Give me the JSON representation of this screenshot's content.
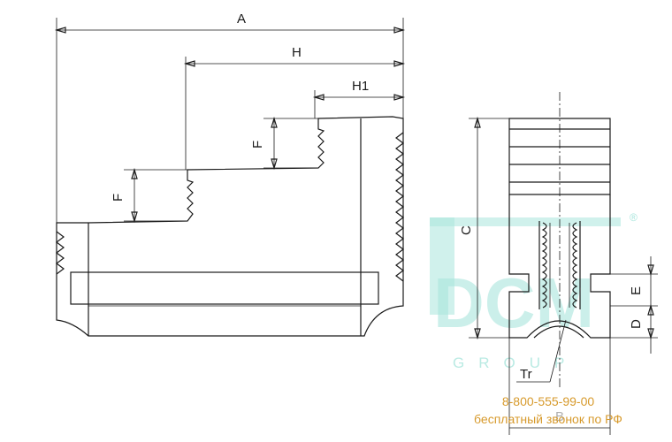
{
  "labels": {
    "A": "A",
    "H": "H",
    "H1": "H1",
    "F_upper": "F",
    "F_lower": "F",
    "C": "C",
    "E": "E",
    "D": "D",
    "Tr": "Tr",
    "B": "B"
  },
  "watermark": {
    "logo": "DCM",
    "subtitle": "GROUP",
    "registered": "®"
  },
  "contact": {
    "phone": "8-800-555-99-00",
    "note": "бесплатный звонок по РФ"
  },
  "colors": {
    "line": "#1a1a1a",
    "watermark": "#a9e6dd",
    "contact": "#d79a2c"
  }
}
